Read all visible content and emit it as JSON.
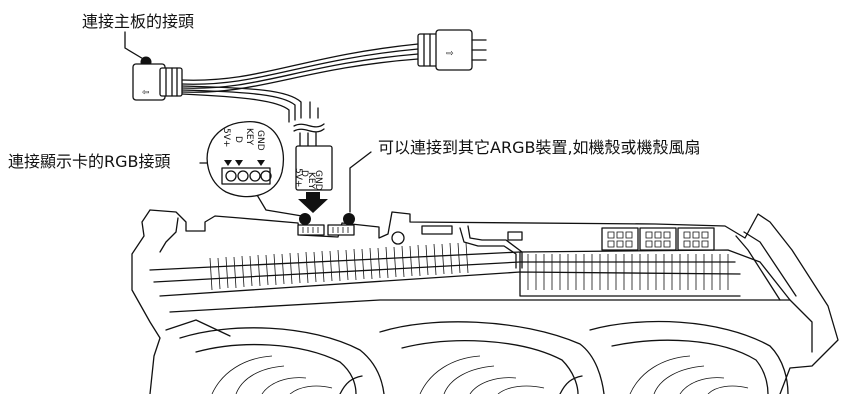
{
  "labels": {
    "motherboard_connector": "連接主板的接頭",
    "gpu_rgb_connector": "連接顯示卡的RGB接頭",
    "argb_device": "可以連接到其它ARGB裝置,如機殼或機殼風扇"
  },
  "pins": {
    "gnd": "GND",
    "key": "KEY",
    "d": "D",
    "v5": "5V+"
  },
  "arrows": {
    "left": "⇦",
    "right": "⇨"
  }
}
